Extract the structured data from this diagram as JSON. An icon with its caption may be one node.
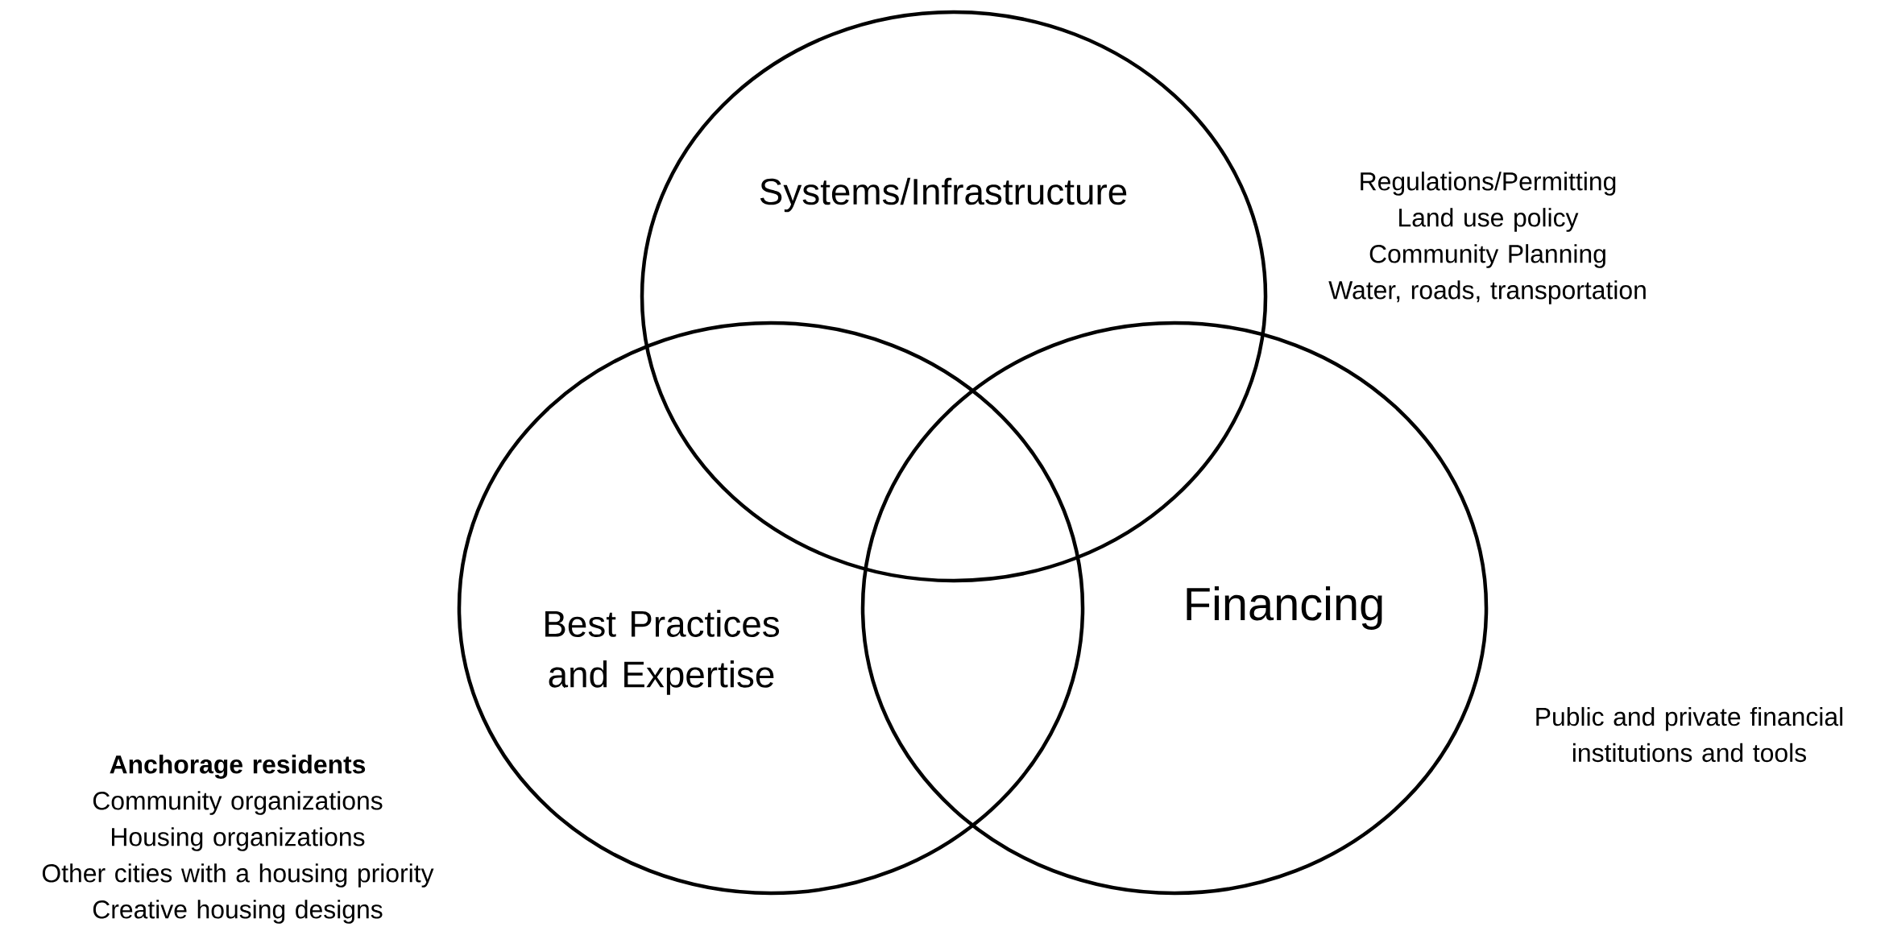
{
  "diagram": {
    "nodes": [
      {
        "text": [
          "Systems/Infrastructure"
        ],
        "beside": [
          "Regulations/Permitting",
          "Land use policy",
          "Community Planning",
          "Water, roads, transportation"
        ]
      },
      {
        "text": [
          "Best Practices and Expertise"
        ],
        "beside": [
          "Anchorage residents",
          "Community organizations",
          "Housing organizations",
          "Other cities with a housing priority",
          "Creative housing designs"
        ]
      },
      {
        "text": [
          "Financing"
        ],
        "beside": [
          "Public and private financial institutions and tools"
        ]
      }
    ]
  }
}
